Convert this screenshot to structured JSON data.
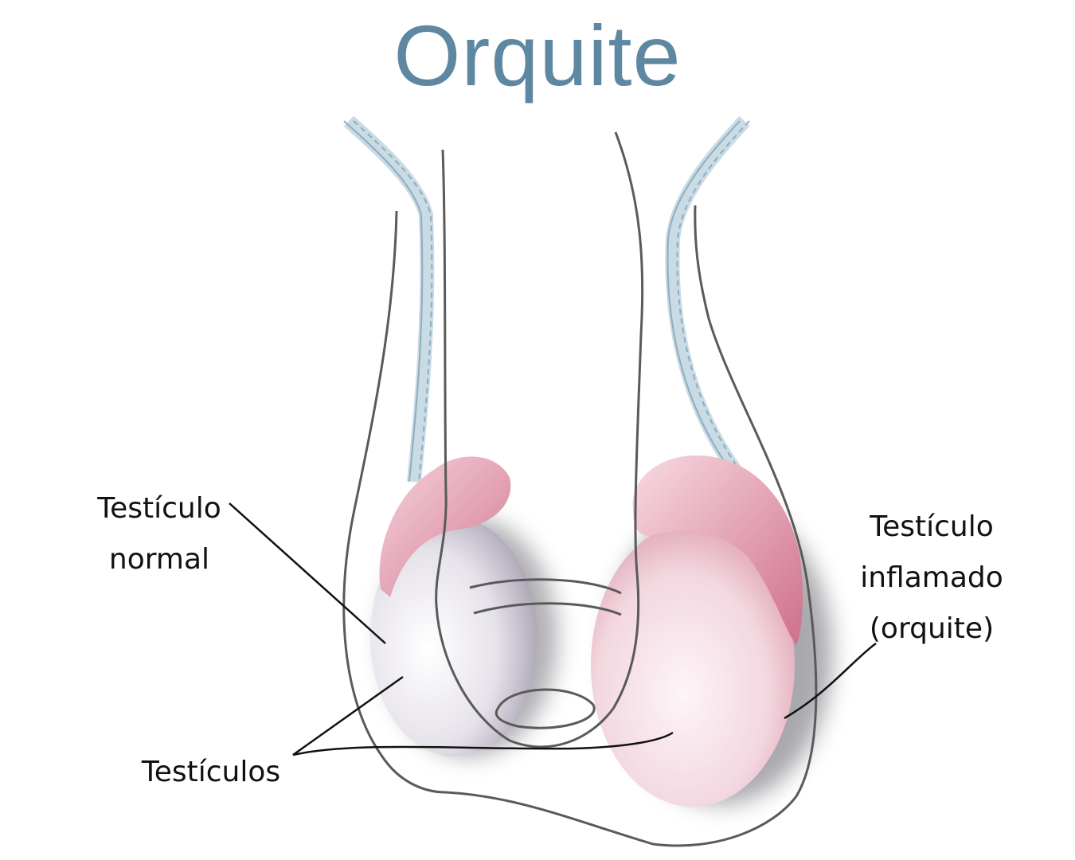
{
  "title": "Orquite",
  "labels": {
    "normal_line1": "Testículo",
    "normal_line2": "normal",
    "inflamed_line1": "Testículo",
    "inflamed_line2": "inflamado",
    "inflamed_line3": "(orquite)",
    "testes": "Testículos"
  },
  "colors": {
    "title": "#5e87a1",
    "duct": "#9fb8c6",
    "outline": "#5a5a5a",
    "epididymis": "#e6a3b0",
    "normal_testis": "#dcd8e2",
    "inflamed_testis": "#f0ccd6"
  }
}
